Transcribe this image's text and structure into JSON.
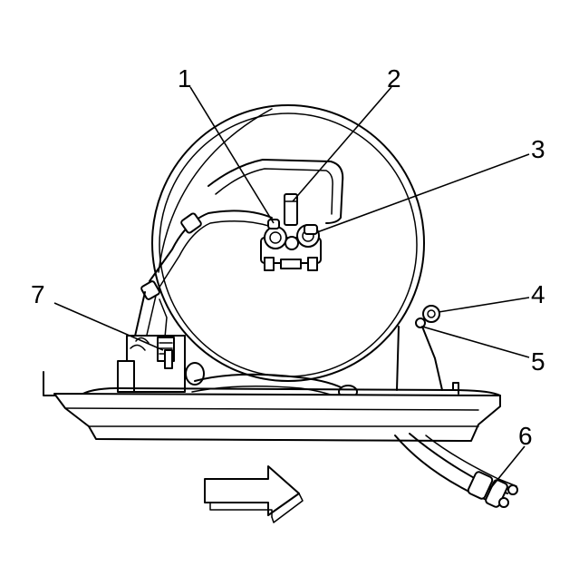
{
  "callouts": {
    "c1": "1",
    "c2": "2",
    "c3": "3",
    "c4": "4",
    "c5": "5",
    "c6": "6",
    "c7": "7"
  },
  "colors": {
    "line": "#000000",
    "background": "#ffffff"
  },
  "icons": {
    "direction": "right-arrow-icon"
  }
}
